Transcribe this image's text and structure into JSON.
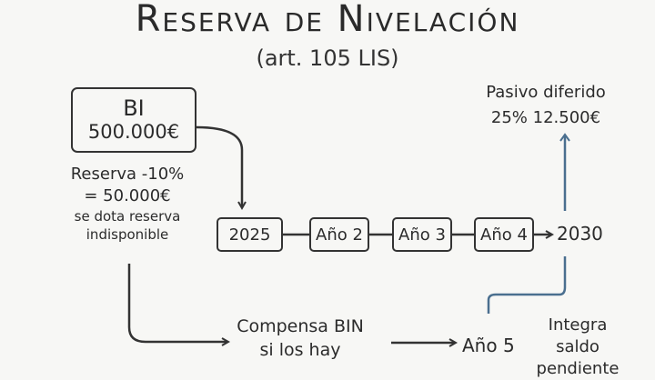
{
  "title": "Reserva de Nivelación",
  "subtitle": "(art. 105 LIS)",
  "bi_box": {
    "label": "BI",
    "amount": "500.000€"
  },
  "reserva": {
    "line1": "Reserva -10%",
    "line2": "= 50.000€",
    "line3": "se dota reserva",
    "line4": "indisponible"
  },
  "timeline": {
    "start": "2025",
    "years": [
      "Año 2",
      "Año 3",
      "Año 4"
    ],
    "end": "2030"
  },
  "pasivo": {
    "line1": "Pasivo diferido",
    "line2": "25% 12.500€"
  },
  "compensa": {
    "line1": "Compensa BIN",
    "line2": "si los hay"
  },
  "ano5": "Año 5",
  "integra": {
    "line1": "Integra",
    "line2": "saldo",
    "line3": "pendiente"
  },
  "colors": {
    "ink": "#333333",
    "accent_arrow": "#4a6f8f",
    "background": "#f7f7f5"
  }
}
